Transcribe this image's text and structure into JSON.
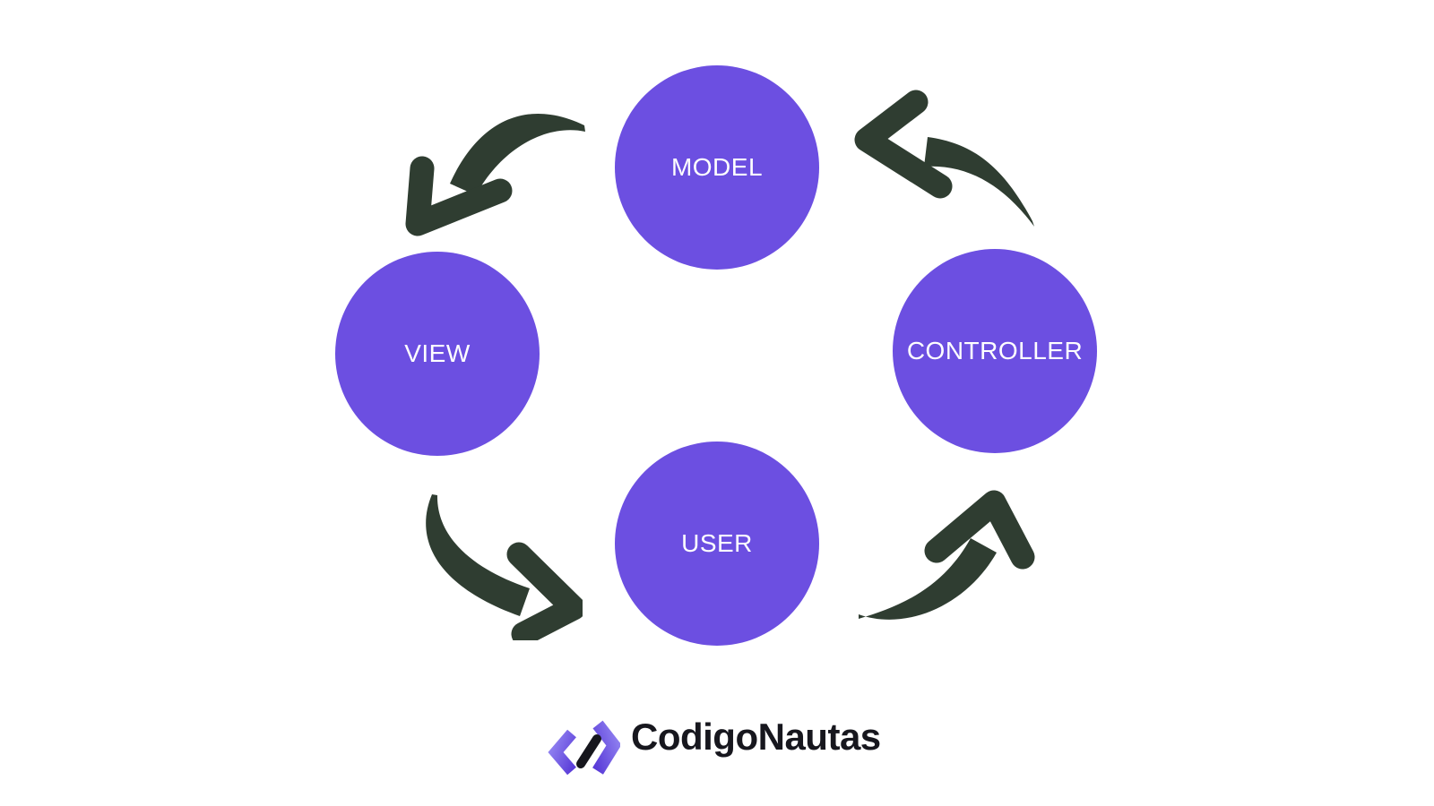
{
  "diagram": {
    "type": "cycle-diagram",
    "nodes": [
      {
        "id": "model",
        "label": "MODEL"
      },
      {
        "id": "view",
        "label": "VIEW"
      },
      {
        "id": "controller",
        "label": "CONTROLLER"
      },
      {
        "id": "user",
        "label": "USER"
      }
    ],
    "arrows": [
      {
        "from": "model",
        "to": "view"
      },
      {
        "from": "view",
        "to": "user"
      },
      {
        "from": "user",
        "to": "controller"
      },
      {
        "from": "controller",
        "to": "model"
      }
    ],
    "colors": {
      "node_fill": "#6C4FE1",
      "node_text": "#FFFFFF",
      "arrow": "#2F3D31",
      "background": "#FFFFFF"
    }
  },
  "branding": {
    "logo_text": "CodigoNautas",
    "logo_icon": "code-brackets-icon",
    "logo_text_color": "#17171E",
    "logo_icon_colors": {
      "bracket_light": "#9183F1",
      "bracket_dark": "#5A3CD8",
      "slash": "#16161D"
    }
  }
}
